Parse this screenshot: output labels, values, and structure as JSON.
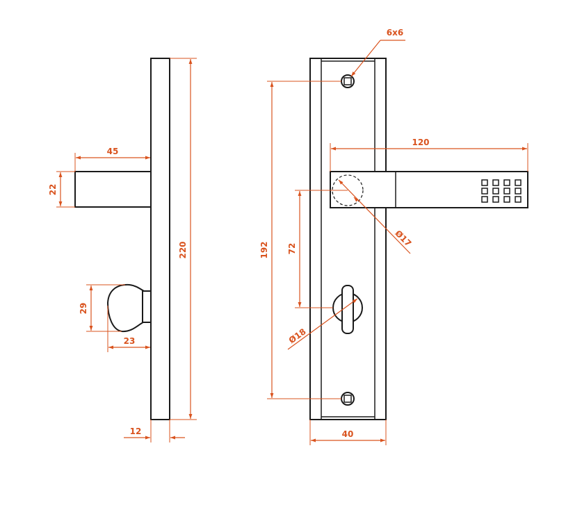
{
  "colors": {
    "dimension": "#d9531e",
    "outline": "#1a1a1a",
    "background": "#ffffff"
  },
  "dimensions": {
    "side_rose_width": "45",
    "side_rose_height": "22",
    "side_total_height": "220",
    "side_knob_height": "29",
    "side_knob_depth": "23",
    "side_plate_thickness": "12",
    "front_screw_square": "6x6",
    "front_lever_length": "120",
    "front_screw_spacing": "192",
    "front_spindle_to_key": "72",
    "front_spindle_diameter": "Ø17",
    "front_key_diameter": "Ø18",
    "front_plate_width": "40"
  }
}
